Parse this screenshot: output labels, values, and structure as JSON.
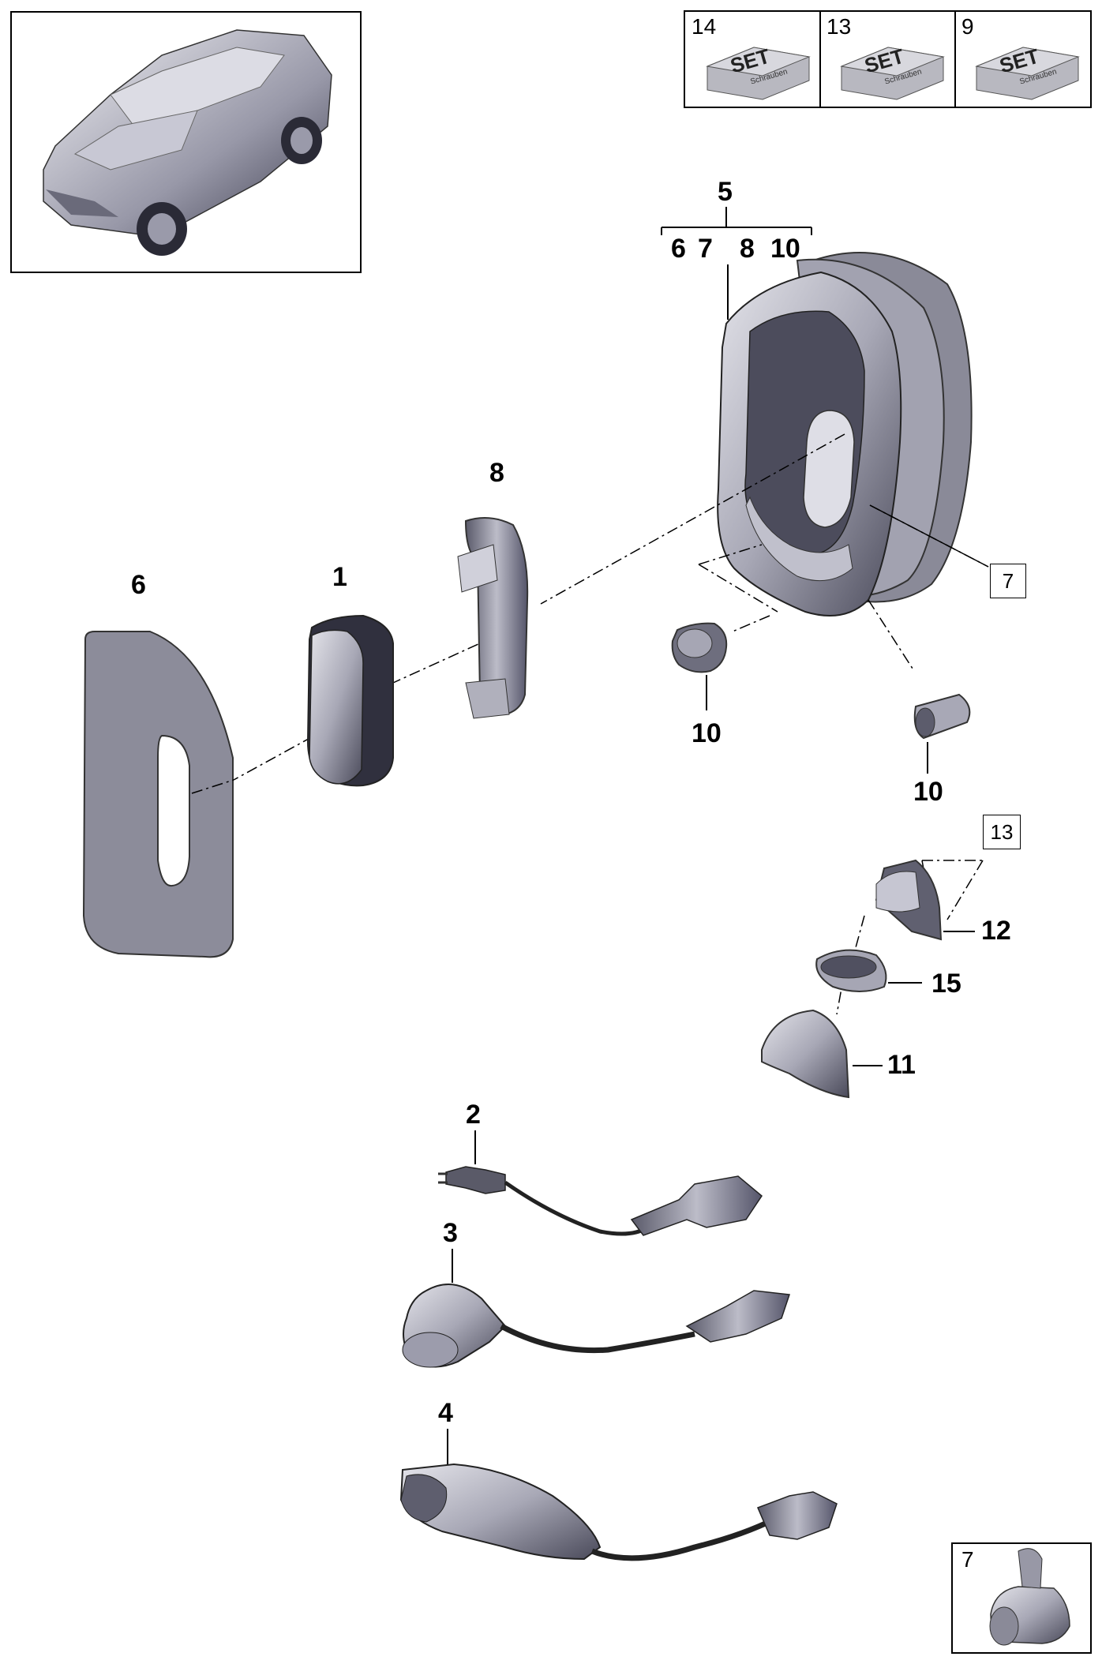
{
  "sets_table": {
    "cells": [
      {
        "number": "14",
        "badge": "SET",
        "caption": "Schrauben"
      },
      {
        "number": "13",
        "badge": "SET",
        "caption": "Schrauben"
      },
      {
        "number": "9",
        "badge": "SET",
        "caption": "Schrauben"
      }
    ]
  },
  "callouts": {
    "assembly": "5",
    "sub_6": "6",
    "sub_7": "7",
    "sub_8": "8",
    "sub_10": "10",
    "p8": "8",
    "p6": "6",
    "p1": "1",
    "p10a": "10",
    "p10b": "10",
    "p12": "12",
    "p15": "15",
    "p11": "11",
    "p2": "2",
    "p3": "3",
    "p4": "4"
  },
  "boxed_refs": {
    "ref7": "7",
    "ref13": "13"
  },
  "detail_box": {
    "number": "7"
  },
  "colors": {
    "part_fill": "#9a9aa8",
    "part_dark": "#3c3c4a",
    "part_light": "#d6d6de"
  }
}
